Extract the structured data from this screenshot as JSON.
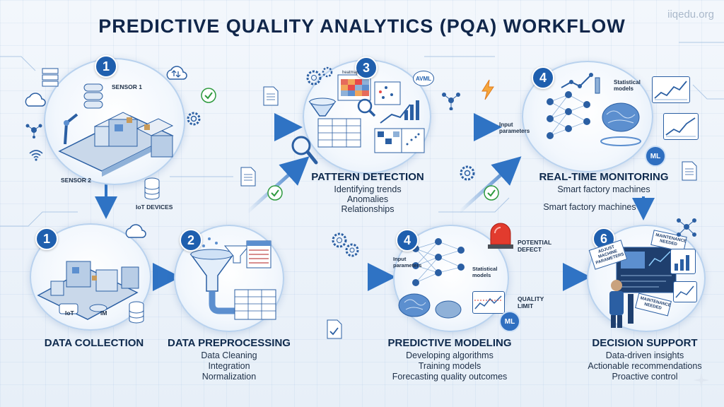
{
  "title": "PREDICTIVE QUALITY ANALYTICS (PQA) WORKFLOW",
  "watermark": "iiqedu.org",
  "stages": {
    "top_collection": {
      "badge": "1",
      "labels": {
        "sensor1": "SENSOR 1",
        "sensor2": "SENSOR 2",
        "iot": "IoT DEVICES"
      }
    },
    "collection": {
      "badge": "1",
      "title": "DATA COLLECTION",
      "labels": {
        "iot": "IoT",
        "im": "IM"
      }
    },
    "preprocessing": {
      "badge": "2",
      "title": "DATA PREPROCESSING",
      "items": [
        "Data Cleaning",
        "Integration",
        "Normalization"
      ]
    },
    "pattern": {
      "badge": "3",
      "title": "PATTERN DETECTION",
      "items": [
        "Identifying trends",
        "Anomalies",
        "Relationships"
      ],
      "labels": {
        "heatmap": "heatmap",
        "avml": "AVML"
      }
    },
    "monitoring": {
      "badge": "4",
      "title": "REAL-TIME MONITORING",
      "items": [
        "Smart factory machines"
      ],
      "sublabel": "Smart factory machines",
      "labels": {
        "input": "Input parameters",
        "stat": "Statistical models",
        "ml": "ML"
      }
    },
    "modeling": {
      "badge": "4",
      "title": "PREDICTIVE MODELING",
      "items": [
        "Developing algorithms",
        "Training models",
        "Forecasting quality outcomes"
      ],
      "labels": {
        "input": "Input parameters",
        "stat": "Statistical models",
        "defect": "POTENTIAL DEFECT",
        "limit": "QUALITY LIMIT",
        "ml": "ML"
      }
    },
    "decision": {
      "badge": "6",
      "title": "DECISION SUPPORT",
      "items": [
        "Data-driven insights",
        "Actionable recommendations",
        "Proactive control"
      ],
      "labels": {
        "adjust": "ADJUST MACHINE PARAMETERS",
        "maint1": "MAINTENANCE NEEDED",
        "maint2": "MAINTENANCE NEEDED"
      }
    }
  },
  "colors": {
    "primary": "#1f5fae",
    "arrow": "#2f73c4",
    "dark": "#10264a",
    "alert": "#e23b2e",
    "check": "#2e9a3e"
  },
  "icons": [
    "cloud-icon",
    "server-icon",
    "gear-icon",
    "check-icon",
    "document-icon",
    "lightning-icon",
    "network-icon",
    "wifi-icon",
    "brain-icon",
    "siren-icon",
    "magnifier-icon",
    "funnel-icon"
  ]
}
